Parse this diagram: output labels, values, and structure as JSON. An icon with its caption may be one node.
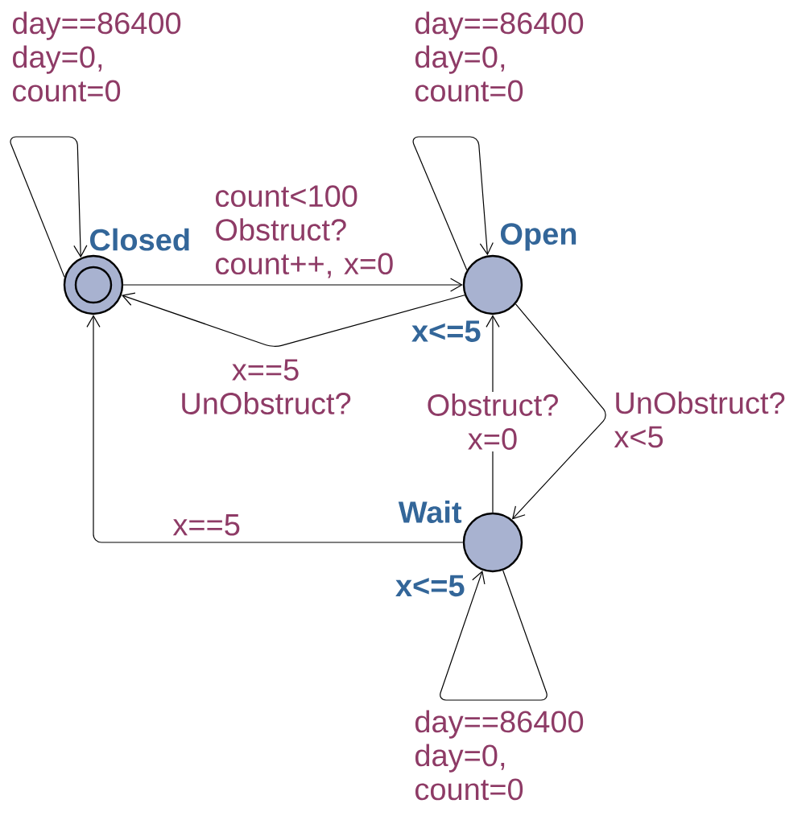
{
  "diagram": {
    "nodes": [
      {
        "text": [
          "Closed"
        ]
      },
      {
        "text": [
          "Open",
          "x<=5"
        ]
      },
      {
        "text": [
          "Wait",
          "x<=5"
        ]
      }
    ],
    "edges": [
      {
        "from": 0,
        "to": 0,
        "arrow": "to",
        "label": "day==86400 day=0, count=0"
      },
      {
        "from": 0,
        "to": 1,
        "arrow": "to",
        "label": "count<100 Obstruct? count++, x=0"
      },
      {
        "from": 1,
        "to": 0,
        "arrow": "to",
        "label": "x==5 UnObstruct?"
      },
      {
        "from": 1,
        "to": 1,
        "arrow": "to",
        "label": "day==86400 day=0, count=0"
      },
      {
        "from": 2,
        "to": 1,
        "arrow": "to",
        "label": "Obstruct? x=0"
      },
      {
        "from": 1,
        "to": 2,
        "arrow": "to",
        "label": "UnObstruct? x<5"
      },
      {
        "from": 2,
        "to": 0,
        "arrow": "to",
        "label": "x==5"
      },
      {
        "from": 2,
        "to": 2,
        "arrow": "to",
        "label": "day==86400 day=0, count=0"
      }
    ]
  }
}
